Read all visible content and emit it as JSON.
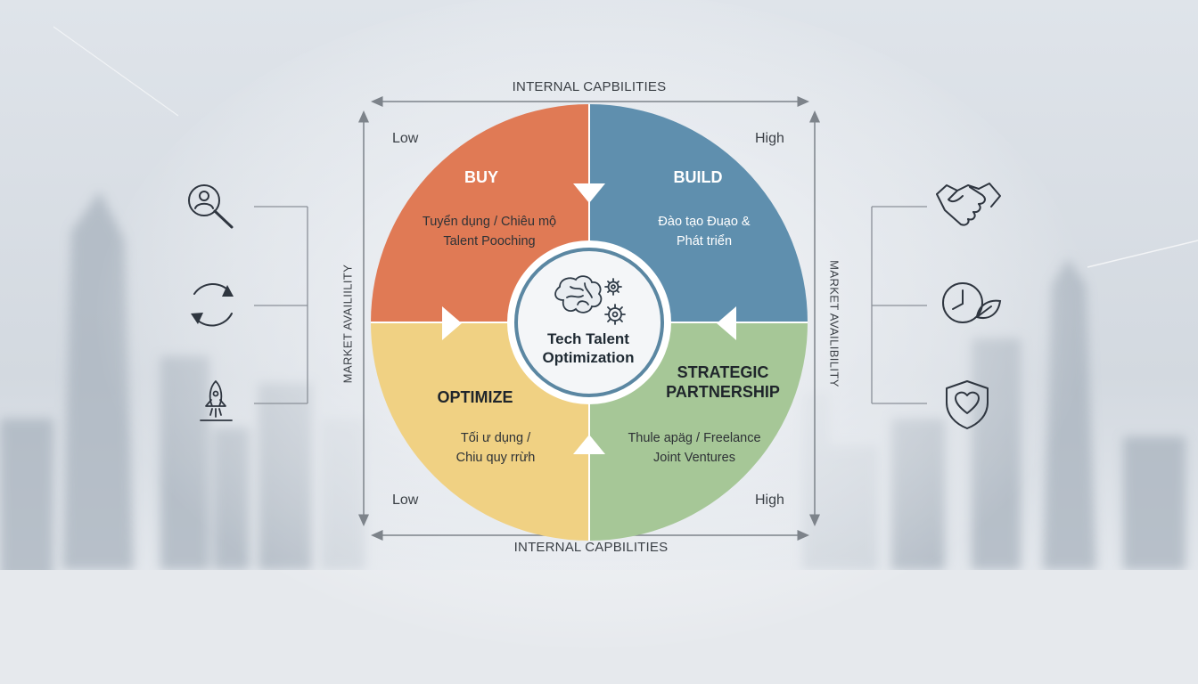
{
  "axes": {
    "top_label": "INTERNAL CAPBILITIES",
    "bottom_label": "INTERNAL CAPBILITIES",
    "left_label": "MARKET AVAILIILITY",
    "right_label": "MARKET AVAILIBILITY",
    "corner_top_left": "Low",
    "corner_top_right": "High",
    "corner_bottom_left": "Low",
    "corner_bottom_right": "High"
  },
  "center": {
    "line1": "Tech Talent",
    "line2": "Optimization",
    "icon": "brain-gears-icon"
  },
  "quadrants": {
    "buy": {
      "title": "BUY",
      "line1": "Tuyển dụng / Chiêu mộ",
      "line2": "Talent Pooching",
      "color": "#e07a55"
    },
    "build": {
      "title": "BUILD",
      "line1": "Đào tạo Đuạo &",
      "line2": "Phát triển",
      "color": "#5f8fae"
    },
    "optimize": {
      "title": "OPTIMIZE",
      "line1": "Tối ư dụng /",
      "line2": "Chiu quy rrừh",
      "color": "#f0d183"
    },
    "partnership": {
      "title_line1": "STRATEGIC",
      "title_line2": "PARTNERSHIP",
      "line1": "Thule apäg / Freelance",
      "line2": "Joint Ventures",
      "color": "#a6c797"
    }
  },
  "left_icons": [
    "person-search-icon",
    "refresh-cycle-icon",
    "rocket-icon"
  ],
  "right_icons": [
    "handshake-icon",
    "clock-leaf-icon",
    "shield-heart-icon"
  ],
  "colors": {
    "ring": "#5b87a2",
    "axis": "#7d838a"
  }
}
